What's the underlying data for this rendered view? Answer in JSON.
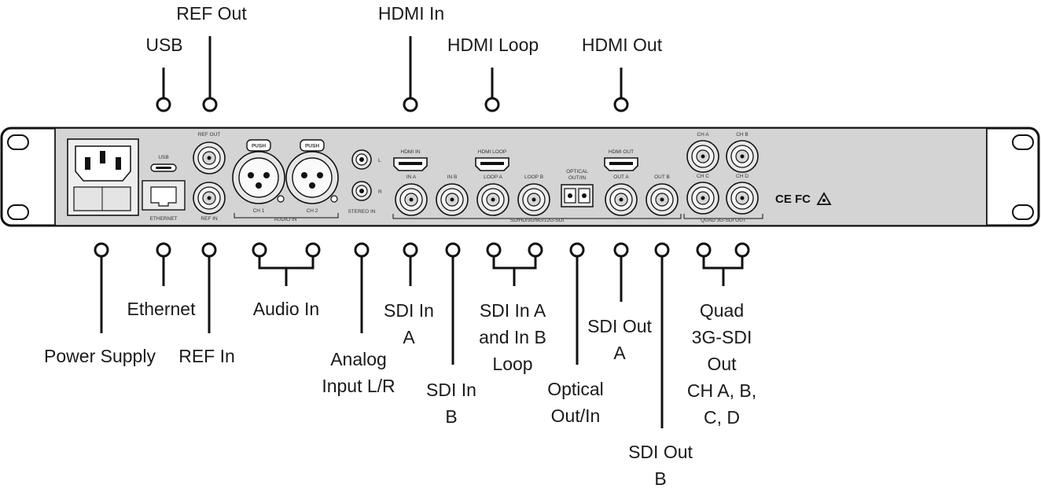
{
  "callouts": {
    "usb": "USB",
    "ref_out": "REF Out",
    "hdmi_in": "HDMI In",
    "hdmi_loop": "HDMI Loop",
    "hdmi_out": "HDMI Out",
    "power_supply": "Power Supply",
    "ethernet": "Ethernet",
    "ref_in": "REF In",
    "audio_in": "Audio In",
    "analog_input": [
      "Analog",
      "Input L/R"
    ],
    "sdi_in_a": [
      "SDI In",
      "A"
    ],
    "sdi_in_b": [
      "SDI In",
      "B"
    ],
    "sdi_loop": [
      "SDI In A",
      "and In B",
      "Loop"
    ],
    "optical": [
      "Optical",
      "Out/In"
    ],
    "sdi_out_a": [
      "SDI Out",
      "A"
    ],
    "sdi_out_b": [
      "SDI Out",
      "B"
    ],
    "quad": [
      "Quad",
      "3G-SDI",
      "Out",
      "CH A, B,",
      "C, D"
    ]
  },
  "panel_labels": {
    "usb": "USB",
    "ethernet": "ETHERNET",
    "ref_out": "REF OUT",
    "ref_in": "REF IN",
    "push": "PUSH",
    "ch1": "CH 1",
    "ch2": "CH 2",
    "audio_in": "AUDIO IN",
    "left": "L",
    "right": "R",
    "stereo_in": "STEREO IN",
    "hdmi_in": "HDMI IN",
    "hdmi_loop": "HDMI LOOP",
    "hdmi_out": "HDMI OUT",
    "in_a": "IN A",
    "in_b": "IN B",
    "loop_a": "LOOP A",
    "loop_b": "LOOP B",
    "optical": [
      "OPTICAL",
      "OUT/IN"
    ],
    "out_a": "OUT A",
    "out_b": "OUT B",
    "sdi_formats": "SD/HD/3G/6G/12G-SDI",
    "ch_a": "CH A",
    "ch_b": "CH B",
    "ch_c": "CH C",
    "ch_d": "CH D",
    "quad_out": "QUAD 3G-SDI OUT",
    "certifications": "CE FC"
  }
}
